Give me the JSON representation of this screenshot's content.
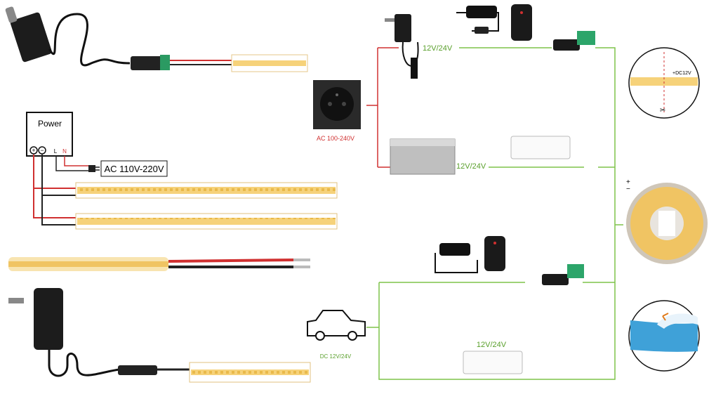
{
  "labels": {
    "power_box": "Power",
    "power_l": "L",
    "power_n": "N",
    "ac_mains": "AC 110V-220V",
    "socket_voltage": "AC 100-240V",
    "adapter_voltage": "12V/24V",
    "psu_voltage": "12V/24V",
    "car_voltage": "DC 12V/24V",
    "car_controller_voltage": "12V/24V",
    "cut_mark": "+DC12V"
  },
  "colors": {
    "red_wire": "#d03030",
    "green_wire": "#7fc34a",
    "black_wire": "#222222",
    "led_strip": "#f6d27a",
    "led_chip": "#c98a1a",
    "blue_tape": "#3fa1d8"
  },
  "icons": {
    "wall_adapter": "power-adapter-icon",
    "socket": "wall-socket-icon",
    "psu": "power-supply-icon",
    "car": "car-icon",
    "remote": "remote-icon",
    "reel": "led-reel-icon",
    "scissors": "scissors-icon"
  }
}
